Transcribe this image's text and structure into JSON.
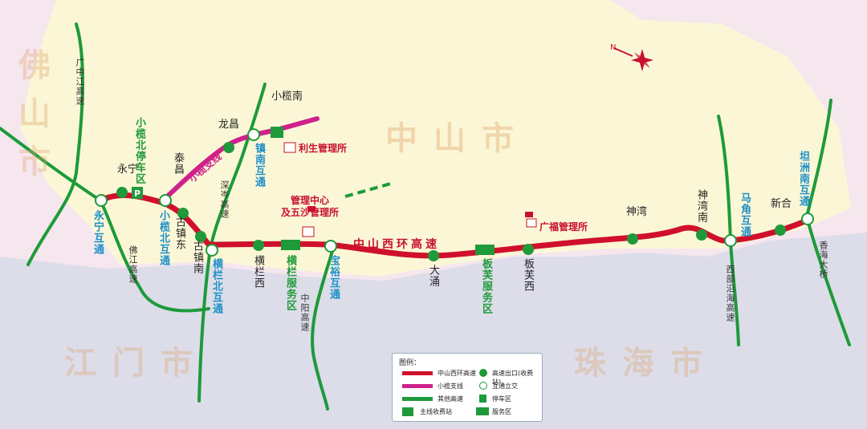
{
  "cities": {
    "foshan": "佛山市",
    "zhongshan": "中山市",
    "jiangmen": "江门市",
    "zhuhai": "珠海市"
  },
  "stations": {
    "xiaolannan": "小榄南",
    "longchang": "龙昌",
    "taichang": "泰昌",
    "yongning": "永宁",
    "guzhendong": "古镇东",
    "guzhennan": "古镇南",
    "henglanxi": "横栏西",
    "datong": "大涌",
    "banfuxi": "板芙西",
    "shenwan": "神湾",
    "shenwannan": "神湾南",
    "xinhe": "新合"
  },
  "interchanges": {
    "yongning": "永宁互通",
    "xiaolanbei": "小榄北互通",
    "zhennan": "镇南互通",
    "henglanbei": "横栏北互通",
    "baoyu": "宝裕互通",
    "majiao": "马角互通",
    "tanzhounan": "坦洲南互通"
  },
  "facilities": {
    "parking": "小榄北停车区",
    "henglan_service": "横栏服务区",
    "banfu_service": "板芙服务区",
    "lisheng_office": "利生管理所",
    "center_office_1": "管理中心",
    "center_office_2": "及五沙管理所",
    "guangfu_office": "广福管理所"
  },
  "routes": {
    "main": "中山西环高速",
    "branch": "小榄支线",
    "guangzhongjiang": "广中江高速",
    "shenwan_highway": "深岑高速",
    "fojiang": "佛江高速",
    "zhongyang": "中阳高速",
    "xibuyanhai": "西部沿海高速",
    "xianghai": "香海大桥"
  },
  "legend": {
    "title": "图例：",
    "main_line": "中山西环高速",
    "branch_line": "小榄支线",
    "other_highway": "其他高速",
    "main_toll": "主线收费站",
    "exit": "高速出口(收费站)",
    "interchange": "互通立交",
    "parking": "停车区",
    "service": "服务区"
  },
  "colors": {
    "main": "#d0102a",
    "branch": "#d0208a",
    "other": "#1e9a3a",
    "land_zhongshan": "#fbf7d6",
    "land_other": "#f6e6ee",
    "land_south": "#dcdde9"
  },
  "icons": {
    "toll": "toll-station-icon",
    "interchange": "interchange-icon",
    "parking": "parking-icon",
    "service": "service-area-icon",
    "office": "office-icon",
    "compass": "compass-icon"
  }
}
